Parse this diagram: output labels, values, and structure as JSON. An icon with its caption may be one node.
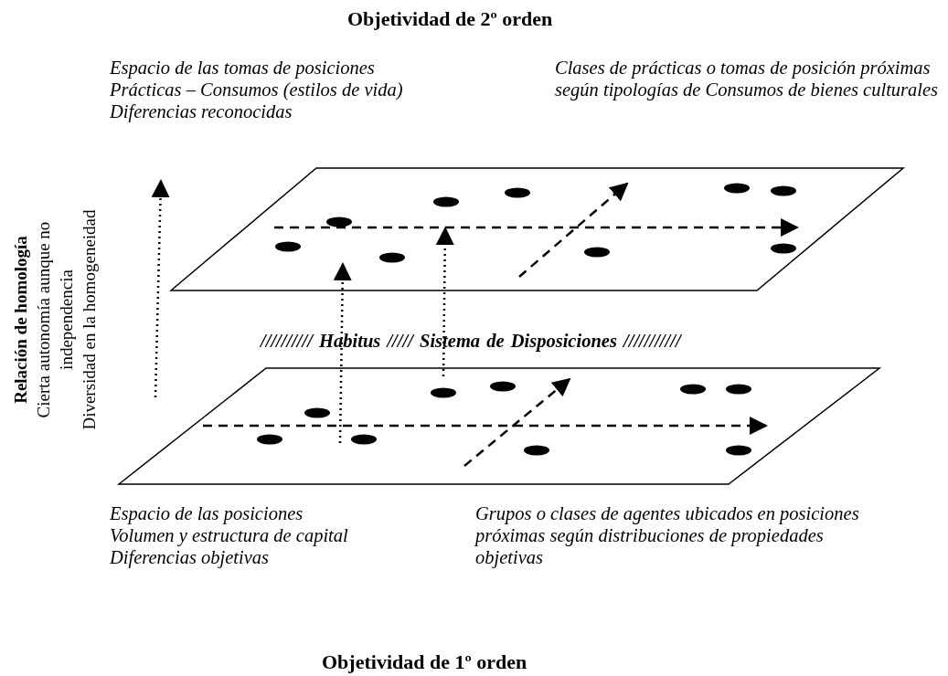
{
  "diagram": {
    "title": "Objetividad de 2º orden",
    "caption": "Objetividad de 1º orden",
    "nodes": [
      {
        "text": [],
        "shape": "parallelogram"
      },
      {
        "text": [],
        "shape": "parallelogram"
      }
    ],
    "edges": [
      {
        "from": 1,
        "to": 0,
        "arrow": "to"
      },
      {
        "from": 1,
        "to": 0,
        "arrow": "to"
      }
    ],
    "labels": [
      "Espacio de las tomas de posiciones",
      "Prácticas – Consumos (estilos de vida)",
      "Diferencias reconocidas",
      "Clases de prácticas o tomas de posición próximas según tipologías de Consumos de bienes culturales",
      "Relación de homología",
      "Cierta autonomía aunque no independencia",
      "Diversidad en la homogeneidad",
      "////////// Habitus ///// Sistema de Disposiciones ///////////",
      "Espacio de las posiciones",
      "Volumen y estructura de capital",
      "Diferencias objetivas",
      "Grupos o clases de agentes ubicados en posiciones próximas según distribuciones de propiedades objetivas"
    ]
  }
}
